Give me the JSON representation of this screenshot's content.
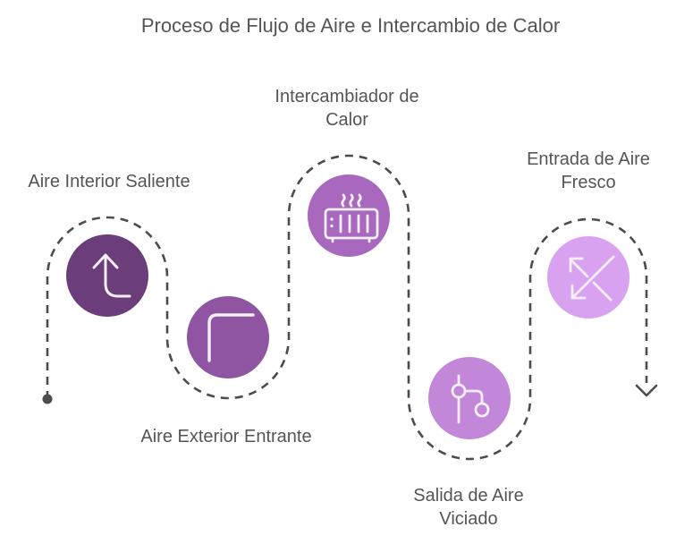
{
  "title": "Proceso de Flujo de Aire e Intercambio de Calor",
  "colors": {
    "background": "#ffffff",
    "text": "#555555",
    "path": "#4c4c4c",
    "icon_stroke": "#f6eefa"
  },
  "steps": [
    {
      "label": "Aire Interior Saliente",
      "icon": "curved-arrow-up-icon",
      "color": "#6b3d7a"
    },
    {
      "label": "Aire Exterior Entrante",
      "icon": "corner-path-icon",
      "color": "#9055a2"
    },
    {
      "label": "Intercambiador de Calor",
      "icon": "heat-exchanger-icon",
      "color": "#a768bd"
    },
    {
      "label": "Salida de Aire Viciado",
      "icon": "branch-icon",
      "color": "#c287d8"
    },
    {
      "label": "Entrada de Aire Fresco",
      "icon": "crossed-arrows-icon",
      "color": "#d9a2f0"
    }
  ]
}
